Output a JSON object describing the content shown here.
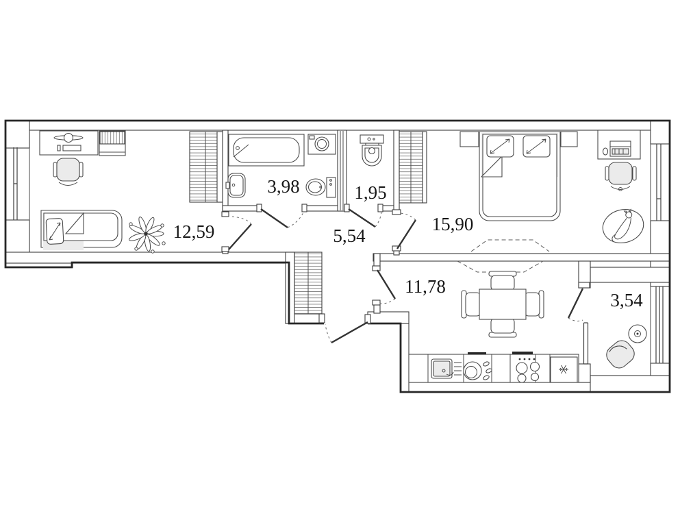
{
  "title": "Apartment floor plan",
  "units": "m2",
  "theme": {
    "wall_color": "#3d3d3d",
    "outline_color": "#272727",
    "furniture_color": "#4a4a4a",
    "shade_color": "#ebebeb",
    "label_color": "#161616",
    "bg_color": "#ffffff"
  },
  "plan": {
    "rooms": [
      {
        "id": "bedroom-left",
        "label": "12,59",
        "area_m2": 12.59
      },
      {
        "id": "bathroom",
        "label": "3,98",
        "area_m2": 3.98
      },
      {
        "id": "wc",
        "label": "1,95",
        "area_m2": 1.95
      },
      {
        "id": "hallway",
        "label": "5,54",
        "area_m2": 5.54
      },
      {
        "id": "bedroom-main",
        "label": "15,90",
        "area_m2": 15.9
      },
      {
        "id": "kitchen-living",
        "label": "11,78",
        "area_m2": 11.78
      },
      {
        "id": "loggia",
        "label": "3,54",
        "area_m2": 3.54
      }
    ]
  }
}
